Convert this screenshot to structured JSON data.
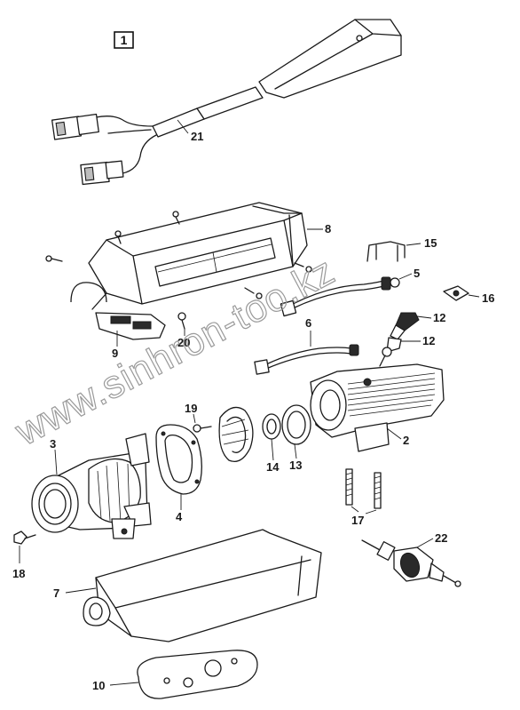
{
  "figure_label": "1",
  "watermark": "www.sinhron-too.kz",
  "callouts": {
    "c21": "21",
    "c8": "8",
    "c15": "15",
    "c5": "5",
    "c16": "16",
    "c12a": "12",
    "c12b": "12",
    "c6": "6",
    "c20": "20",
    "c9": "9",
    "c19": "19",
    "c3": "3",
    "c2": "2",
    "c14": "14",
    "c13": "13",
    "c4": "4",
    "c17": "17",
    "c18": "18",
    "c22": "22",
    "c7": "7",
    "c10": "10"
  }
}
